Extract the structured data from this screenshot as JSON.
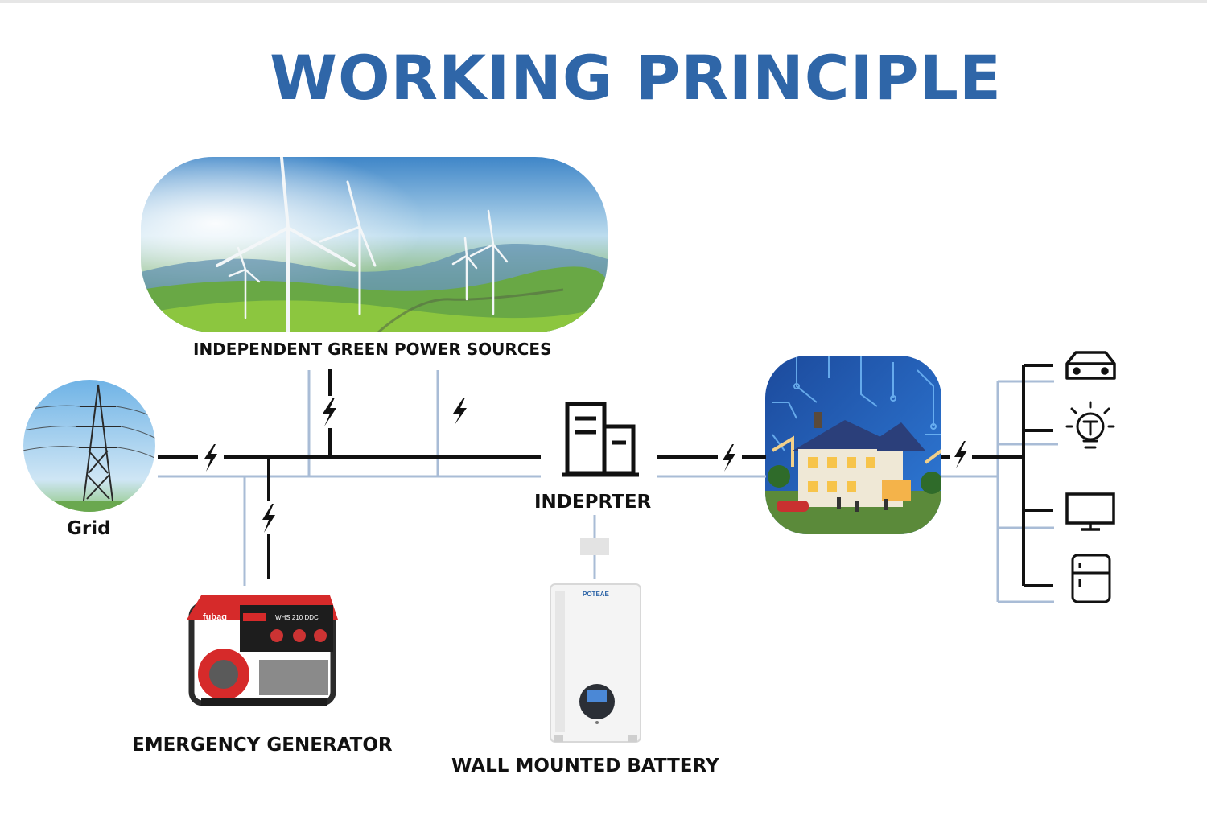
{
  "title": "WORKING PRINCIPLE",
  "labels": {
    "green_sources": "INDEPENDENT GREEN POWER SOURCES",
    "grid": "Grid",
    "inverter": "INDEPRTER",
    "generator": "EMERGENCY GENERATOR",
    "battery": "WALL MOUNTED BATTERY"
  },
  "generator_brand": "fubag",
  "generator_model": "WHS 210 DDC",
  "battery_brand": "POTEAE",
  "appliances": [
    "car-icon",
    "light-bulb-icon",
    "monitor-icon",
    "fridge-icon"
  ],
  "colors": {
    "title": "#2f66a8",
    "power_line": "#111111",
    "data_line": "#a9bcd6",
    "generator_red": "#d62a2a",
    "battery_body": "#f4f4f4"
  }
}
